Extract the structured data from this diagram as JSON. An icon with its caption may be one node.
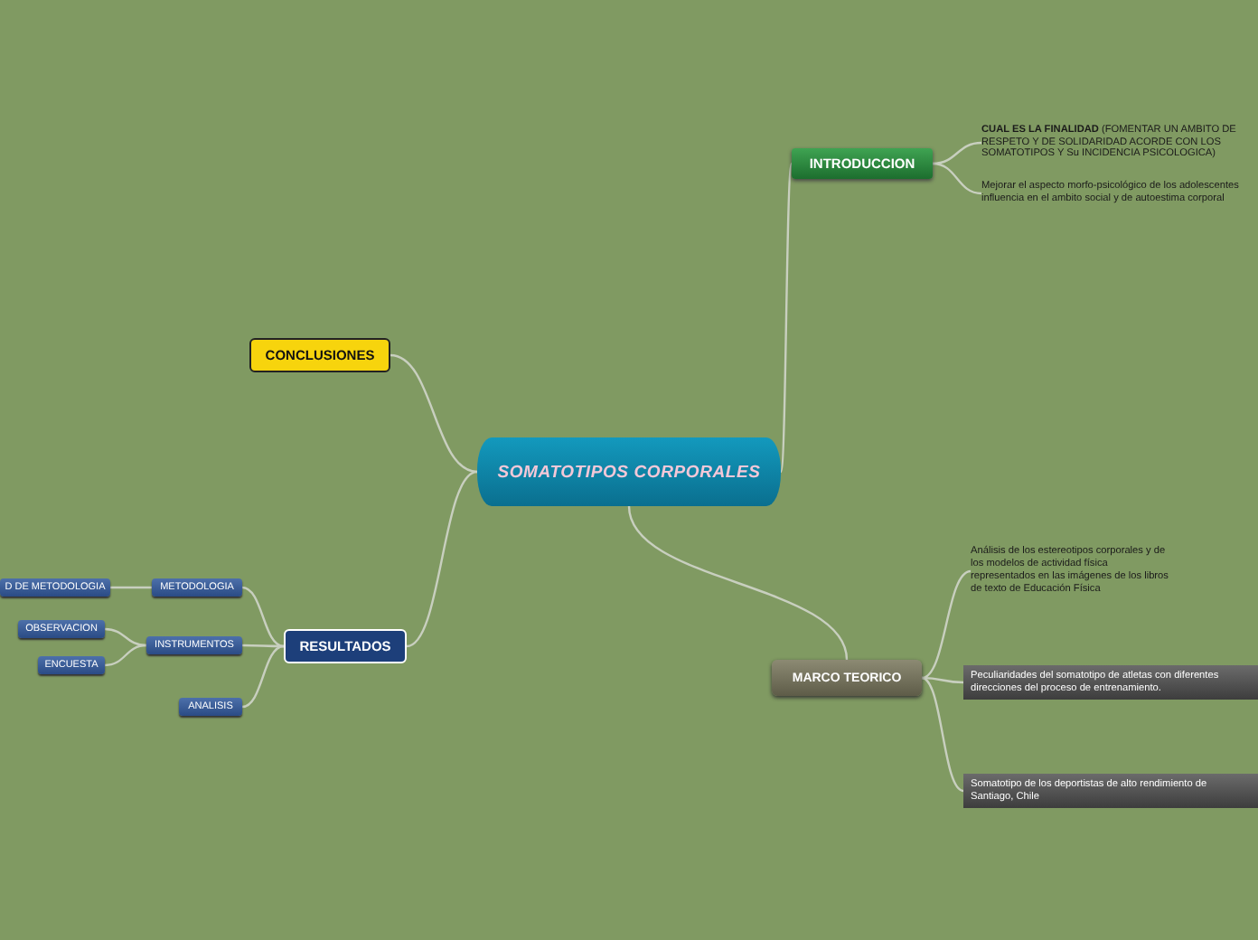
{
  "diagram": {
    "nodes": [
      {
        "text": [
          "SOMATOTIPOS CORPORALES"
        ]
      },
      {
        "text": [
          "INTRODUCCION"
        ]
      },
      {
        "text": [
          "**CUAL ES LA FINALIDAD** (FOMENTAR UN AMBITO DE RESPETO Y DE SOLIDARIDAD ACORDE CON LOS SOMATOTIPOS Y Su INCIDENCIA PSICOLOGICA)"
        ]
      },
      {
        "text": [
          "Mejorar el aspecto morfo-psicológico de los adolescentes influencia en el ambito social y de autoestima corporal"
        ]
      },
      {
        "text": [
          "CONCLUSIONES"
        ]
      },
      {
        "text": [
          "RESULTADOS"
        ]
      },
      {
        "text": [
          "METODOLOGIA"
        ]
      },
      {
        "text": [
          "D DE METODOLOGIA"
        ]
      },
      {
        "text": [
          "INSTRUMENTOS"
        ]
      },
      {
        "text": [
          "OBSERVACION"
        ]
      },
      {
        "text": [
          "ENCUESTA"
        ]
      },
      {
        "text": [
          "ANALISIS"
        ]
      },
      {
        "text": [
          "MARCO TEORICO"
        ]
      },
      {
        "text": [
          "Análisis de los estereotipos corporales y de los modelos de actividad física representados en las imágenes de los libros de texto de Educación Física"
        ]
      },
      {
        "text": [
          "Peculiaridades del somatotipo de atletas con diferentes direcciones del proceso de entrenamiento."
        ]
      },
      {
        "text": [
          "Somatotipo de los deportistas de alto rendimiento de Santiago, Chile"
        ]
      }
    ],
    "edges": [
      {
        "from": 0,
        "to": 1,
        "arrow": "none"
      },
      {
        "from": 0,
        "to": 4,
        "arrow": "none"
      },
      {
        "from": 0,
        "to": 5,
        "arrow": "none"
      },
      {
        "from": 0,
        "to": 12,
        "arrow": "none"
      },
      {
        "from": 1,
        "to": 2,
        "arrow": "none"
      },
      {
        "from": 1,
        "to": 3,
        "arrow": "none"
      },
      {
        "from": 5,
        "to": 6,
        "arrow": "none"
      },
      {
        "from": 6,
        "to": 7,
        "arrow": "none"
      },
      {
        "from": 5,
        "to": 8,
        "arrow": "none"
      },
      {
        "from": 8,
        "to": 9,
        "arrow": "none"
      },
      {
        "from": 8,
        "to": 10,
        "arrow": "none"
      },
      {
        "from": 5,
        "to": 11,
        "arrow": "none"
      },
      {
        "from": 12,
        "to": 13,
        "arrow": "none"
      },
      {
        "from": 12,
        "to": 14,
        "arrow": "none"
      },
      {
        "from": 12,
        "to": 15,
        "arrow": "none"
      }
    ]
  }
}
